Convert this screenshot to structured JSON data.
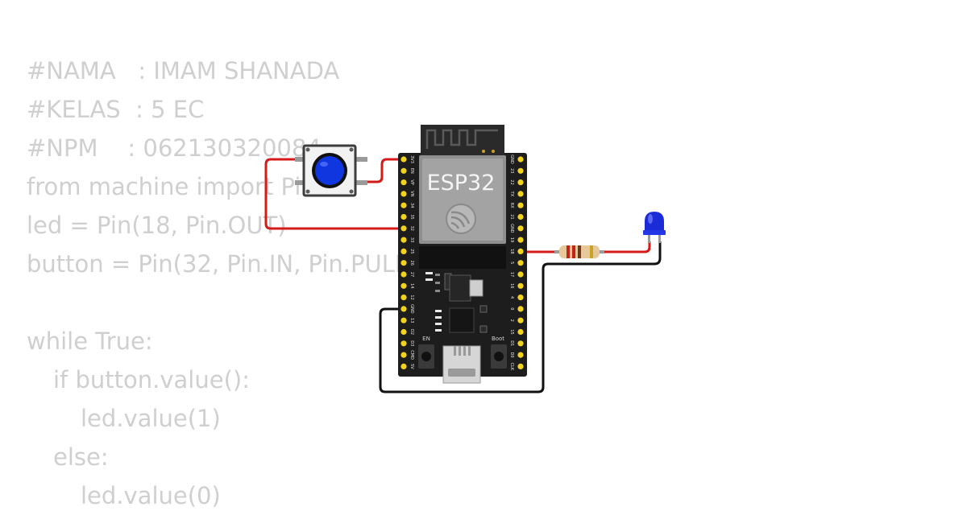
{
  "code": {
    "line1": "#NAMA   : IMAM SHANADA",
    "line2": "#KELAS  : 5 EC",
    "line3": "#NPM    : 062130320084",
    "line4": "from machine import Pin",
    "line5": "led = Pin(18, Pin.OUT)",
    "line6": "button = Pin(32, Pin.IN, Pin.PULL_UP)",
    "line7": "while True:",
    "line8": "if button.value():",
    "line9": "led.value(1)",
    "line10": "else:",
    "line11": "led.value(0)"
  },
  "board": {
    "name": "ESP32",
    "en_label": "EN",
    "boot_label": "Boot",
    "left_pins": [
      "3V3",
      "EN",
      "VP",
      "VN",
      "34",
      "35",
      "32",
      "33",
      "25",
      "26",
      "27",
      "14",
      "12",
      "GND",
      "13",
      "D2",
      "D3",
      "CMD",
      "5V"
    ],
    "right_pins": [
      "GND",
      "23",
      "22",
      "TX",
      "RX",
      "21",
      "GND",
      "19",
      "18",
      "5",
      "17",
      "16",
      "4",
      "0",
      "2",
      "15",
      "D1",
      "D0",
      "CLK"
    ]
  },
  "colors": {
    "code_text": "#cfcfcf",
    "board": "#1d1d1d",
    "pin": "#f2d31c",
    "wire_power": "#d51a1a",
    "wire_ground": "#111111",
    "led": "#1c2bd8",
    "button_cap": "#1036e0"
  }
}
